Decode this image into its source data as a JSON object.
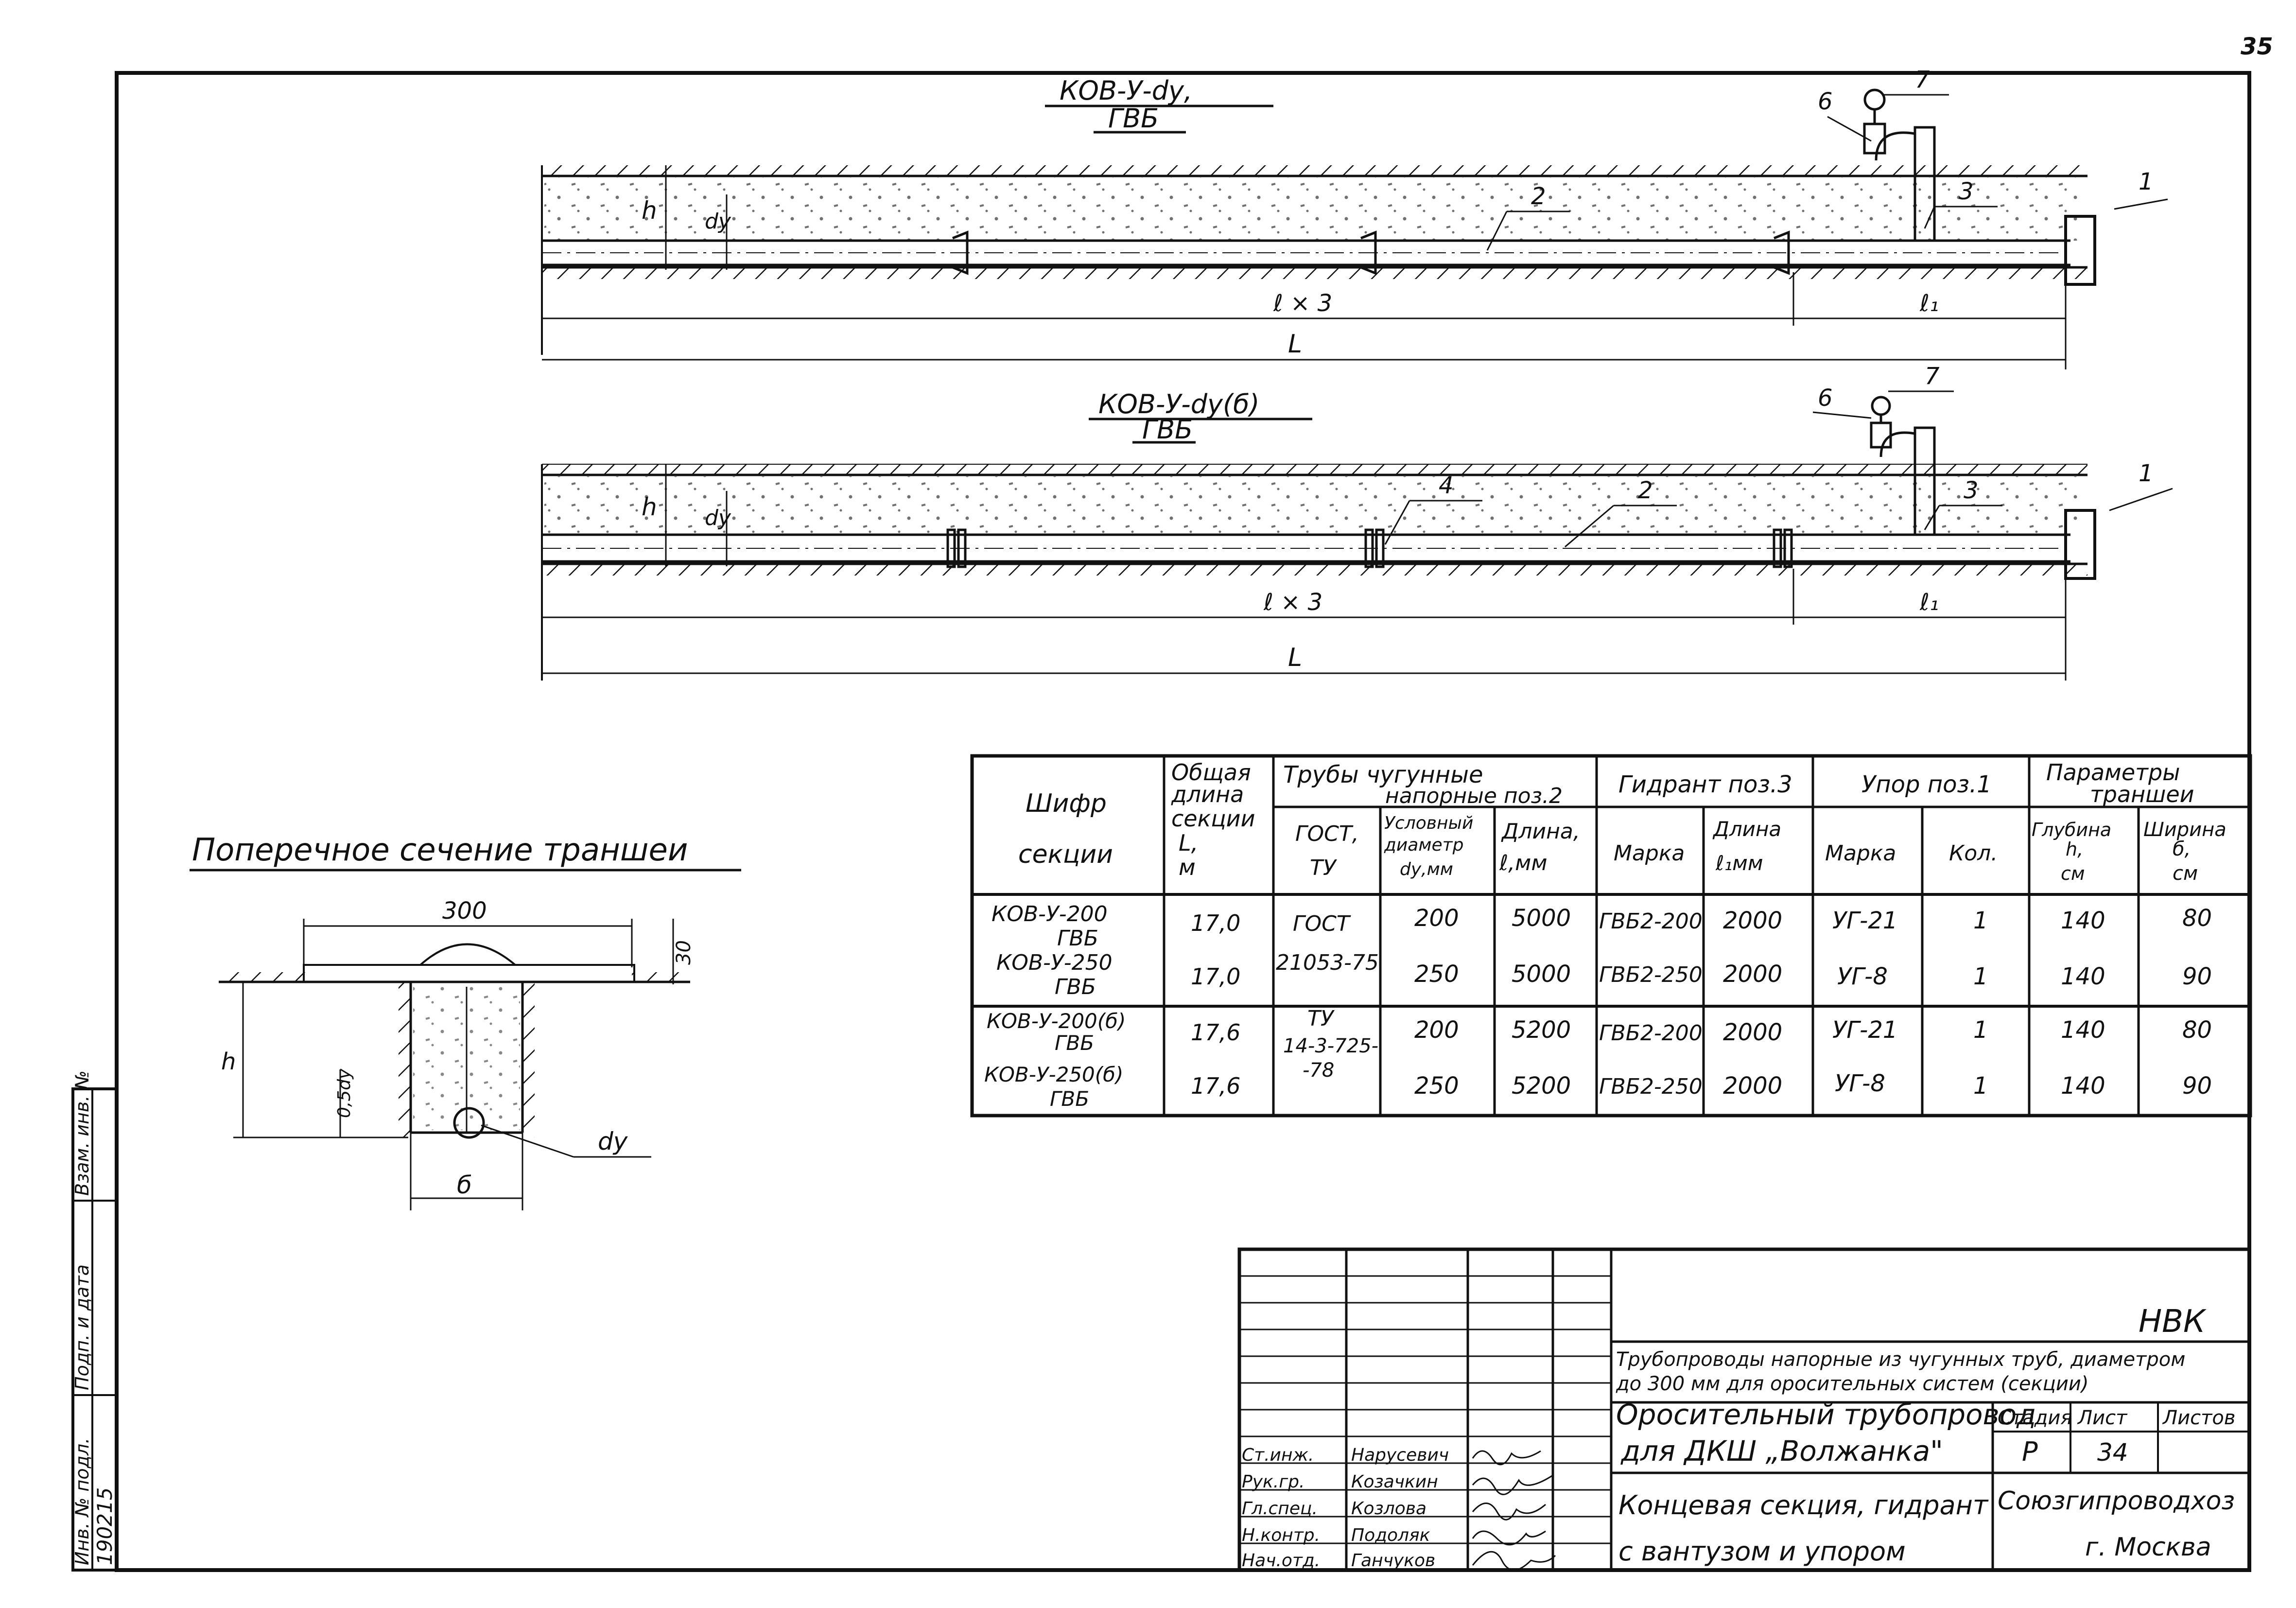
{
  "page_number": "35",
  "profile1": {
    "title_line1": "КОВ-У-dу,",
    "title_line2": "ГВБ",
    "labels": {
      "h": "h",
      "dy": "dу",
      "n1": "1",
      "n2": "2",
      "n3": "3",
      "n6": "6",
      "n7": "7"
    },
    "dims": {
      "lx3": "ℓ × 3",
      "l1": "ℓ₁",
      "L": "L"
    }
  },
  "profile2": {
    "title_line1": "КОВ-У-dу(б)",
    "title_line2": "ГВБ",
    "labels": {
      "h": "h",
      "dy": "dу",
      "n1": "1",
      "n2": "2",
      "n3": "3",
      "n4": "4",
      "n6": "6",
      "n7": "7"
    },
    "dims": {
      "lx3": "ℓ × 3",
      "l1": "ℓ₁",
      "L": "L"
    }
  },
  "section": {
    "title": "Поперечное сечение траншеи",
    "dim_300": "300",
    "dim_30": "30",
    "dim_h": "h",
    "dim_05dy": "0,5dу",
    "dim_b": "б",
    "label_dy": "dу"
  },
  "spec_table": {
    "headers": {
      "cipher_1": "Шифр",
      "cipher_2": "секции",
      "total_length_1": "Общая",
      "total_length_2": "длина",
      "total_length_3": "секции",
      "total_length_4": "L,",
      "total_length_5": "м",
      "pipes_group_1": "Трубы чугунные",
      "pipes_group_2": "напорные поз.2",
      "gost_1": "ГОСТ,",
      "gost_2": "ТУ",
      "diam_1": "Условный",
      "diam_2": "диаметр",
      "diam_3": "dу,мм",
      "pipe_len_1": "Длина,",
      "pipe_len_2": "ℓ,мм",
      "hydrant_group": "Гидрант поз.3",
      "hyd_mark": "Марка",
      "hyd_len_1": "Длина",
      "hyd_len_2": "ℓ₁мм",
      "stop_group": "Упор поз.1",
      "stop_mark": "Марка",
      "stop_qty": "Кол.",
      "trench_group_1": "Параметры",
      "trench_group_2": "траншеи",
      "depth_1": "Глубина",
      "depth_2": "h,",
      "depth_3": "см",
      "width_1": "Ширина",
      "width_2": "б,",
      "width_3": "см"
    },
    "rows": [
      {
        "cipher_1": "КОВ-У-200",
        "cipher_2": "ГВБ",
        "length": "17,0",
        "gost": "ГОСТ",
        "diameter": "200",
        "pipe_length": "5000",
        "hydrant_mark": "ГВБ2-200",
        "hydrant_length": "2000",
        "stop_mark": "УГ-21",
        "stop_qty": "1",
        "depth": "140",
        "width": "80"
      },
      {
        "cipher_1": "КОВ-У-250",
        "cipher_2": "ГВБ",
        "length": "17,0",
        "gost": "21053-75",
        "diameter": "250",
        "pipe_length": "5000",
        "hydrant_mark": "ГВБ2-250",
        "hydrant_length": "2000",
        "stop_mark": "УГ-8",
        "stop_qty": "1",
        "depth": "140",
        "width": "90"
      },
      {
        "cipher_1": "КОВ-У-200(б)",
        "cipher_2": "ГВБ",
        "length": "17,6",
        "gost": "ТУ",
        "diameter": "200",
        "pipe_length": "5200",
        "hydrant_mark": "ГВБ2-200",
        "hydrant_length": "2000",
        "stop_mark": "УГ-21",
        "stop_qty": "1",
        "depth": "140",
        "width": "80"
      },
      {
        "cipher_1": "КОВ-У-250(б)",
        "cipher_2": "ГВБ",
        "length": "17,6",
        "gost": "14-3-725-",
        "gost_2": "-78",
        "diameter": "250",
        "pipe_length": "5200",
        "hydrant_mark": "ГВБ2-250",
        "hydrant_length": "2000",
        "stop_mark": "УГ-8",
        "stop_qty": "1",
        "depth": "140",
        "width": "90"
      }
    ]
  },
  "side_stamp": {
    "inv_orig": "Инв. № подл.",
    "sign_date": "Подп. и дата",
    "inv_dup": "Взам. инв. №",
    "inv_value": "190215"
  },
  "title_block": {
    "code": "НВК",
    "description_1": "Трубопроводы напорные из чугунных труб, диаметром",
    "description_2": "до 300 мм для оросительных систем (секции)",
    "object_1": "Оросительный трубопровод",
    "object_2": "для ДКШ „Волжанка\"",
    "stage_label": "Стадия",
    "sheet_label": "Лист",
    "sheets_label": "Листов",
    "stage_value": "Р",
    "sheet_value": "34",
    "sheet_title_1": "Концевая секция, гидрант",
    "sheet_title_2": "с вантузом и упором",
    "org_1": "Союзгипроводхоз",
    "org_2": "г. Москва",
    "staff": [
      {
        "role": "Ст.инж.",
        "name": "Нарусевич"
      },
      {
        "role": "Рук.гр.",
        "name": "Козачкин"
      },
      {
        "role": "Гл.спец.",
        "name": "Козлова"
      },
      {
        "role": "Н.контр.",
        "name": "Подоляк"
      },
      {
        "role": "Нач.отд.",
        "name": "Ганчуков"
      }
    ]
  }
}
